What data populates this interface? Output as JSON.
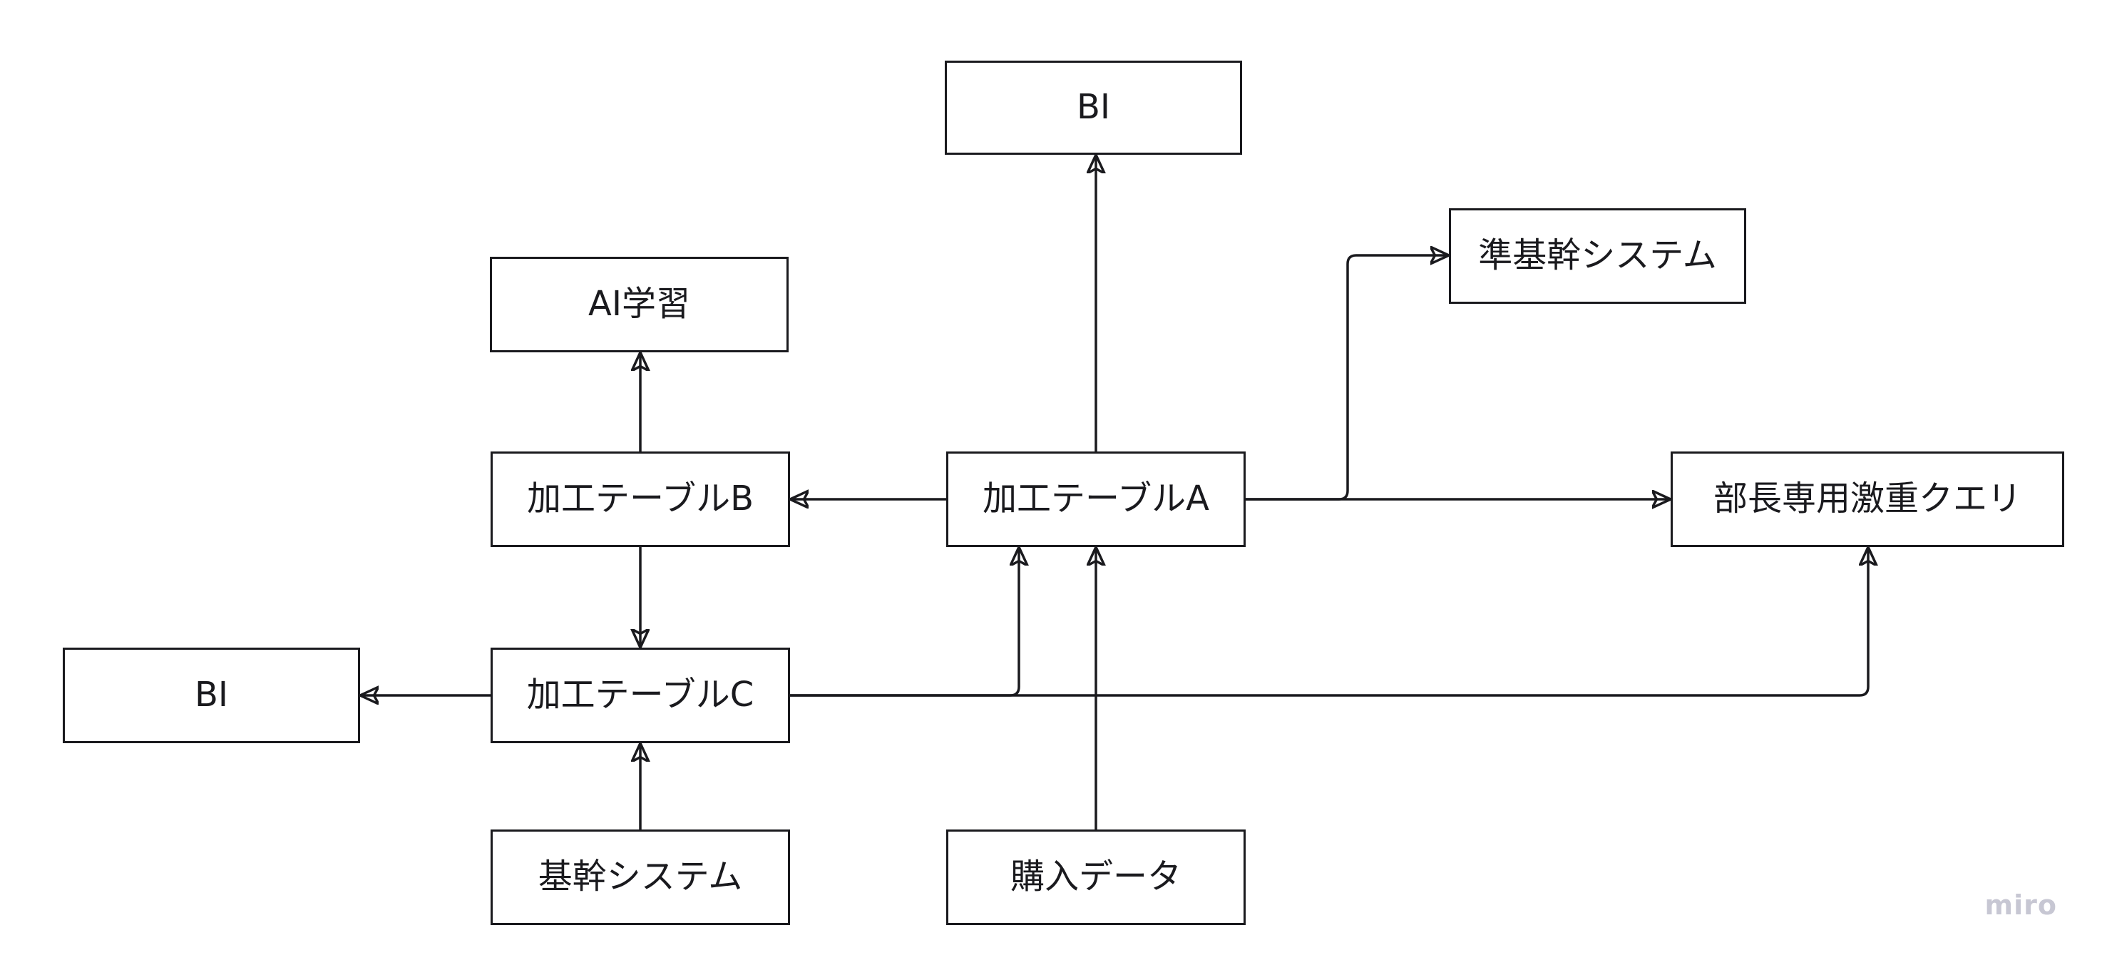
{
  "canvas": {
    "background": "#ffffff"
  },
  "colors": {
    "stroke": "#1a1a1e",
    "box_fill": "#ffffff",
    "text": "#1a1a1e",
    "watermark": "#c7c7d3"
  },
  "nodes": {
    "bi_top": {
      "label": "BI"
    },
    "ai_learning": {
      "label": "AI学習"
    },
    "table_b": {
      "label": "加工テーブルB"
    },
    "table_a": {
      "label": "加工テーブルA"
    },
    "semi_core_system": {
      "label": "準基幹システム"
    },
    "heavy_query": {
      "label": "部長専用激重クエリ"
    },
    "bi_left": {
      "label": "BI"
    },
    "table_c": {
      "label": "加工テーブルC"
    },
    "core_system": {
      "label": "基幹システム"
    },
    "purchase_data": {
      "label": "購入データ"
    }
  },
  "edges": [
    {
      "from": "table_a",
      "to": "bi_top"
    },
    {
      "from": "table_b",
      "to": "ai_learning"
    },
    {
      "from": "table_a",
      "to": "table_b"
    },
    {
      "from": "table_a",
      "to": "semi_core_system"
    },
    {
      "from": "table_a",
      "to": "heavy_query"
    },
    {
      "from": "table_b",
      "to": "table_c"
    },
    {
      "from": "core_system",
      "to": "table_c"
    },
    {
      "from": "purchase_data",
      "to": "table_a"
    },
    {
      "from": "table_c",
      "to": "bi_left"
    },
    {
      "from": "table_c",
      "to": "table_a"
    },
    {
      "from": "table_c",
      "to": "heavy_query"
    }
  ],
  "watermark": {
    "label": "miro"
  }
}
